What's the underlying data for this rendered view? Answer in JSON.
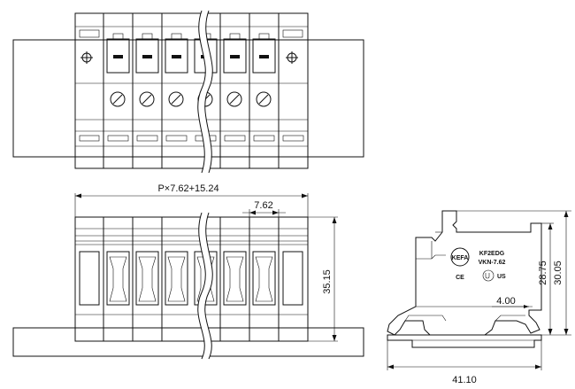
{
  "dimensions": {
    "overall_length": "P×7.62+15.24",
    "pitch": "7.62",
    "front_height": "35.15",
    "side_height_outer": "30.05",
    "side_height_inner": "28.75",
    "side_offset": "4.00",
    "side_width": "41.10"
  },
  "label": {
    "model_line1": "KF2EDG",
    "model_line2": "VKN-7.62",
    "logo": "KEFA",
    "ce_mark": "CE",
    "ul_mark": "US"
  },
  "pole_count_shown": 6
}
